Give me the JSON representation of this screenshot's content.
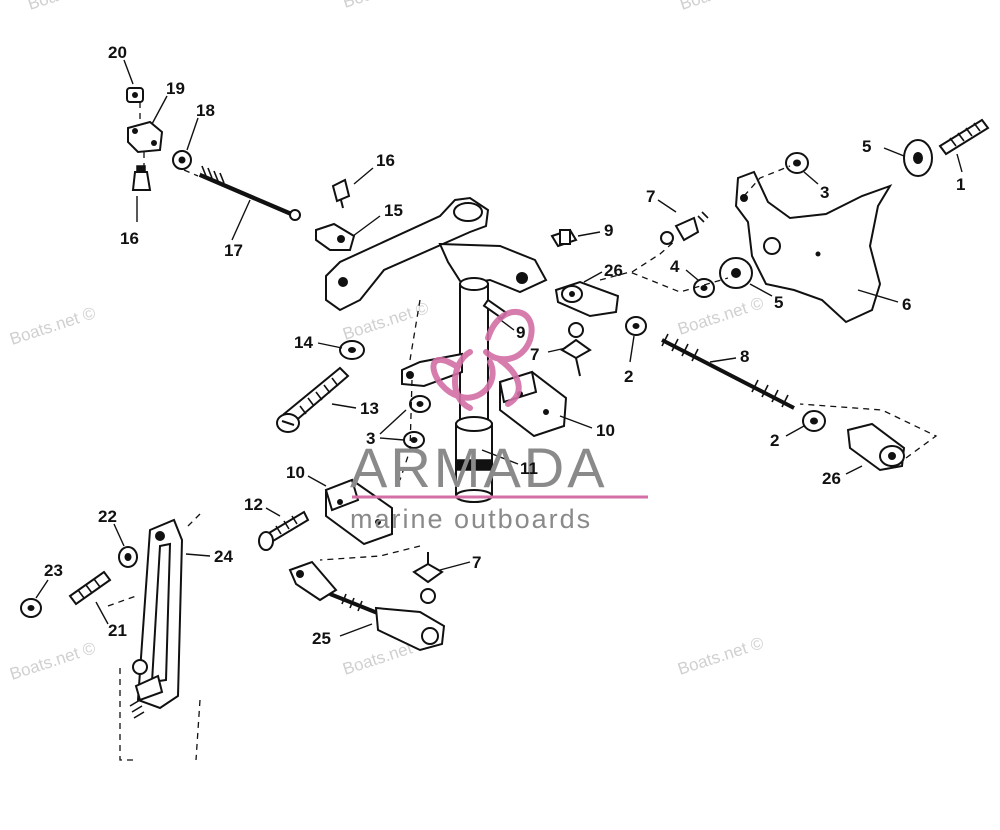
{
  "watermarks": [
    "Boats.net ©",
    "Boats.net ©",
    "Boats.net ©",
    "Boats.net ©",
    "Boats.net ©",
    "Boats.net ©",
    "Boats.net ©",
    "Boats.net ©",
    "Boats.net ©"
  ],
  "logo": {
    "name": "ARMADA",
    "tagline": "marine outboards",
    "colors": {
      "text": "#8a8a8a",
      "mark": "#d36fa6"
    }
  },
  "callouts": [
    "20",
    "19",
    "18",
    "16",
    "17",
    "16",
    "15",
    "5",
    "1",
    "3",
    "7",
    "9",
    "26",
    "4",
    "5",
    "6",
    "9",
    "14",
    "7",
    "2",
    "8",
    "13",
    "10",
    "3",
    "11",
    "2",
    "26",
    "10",
    "12",
    "22",
    "24",
    "23",
    "7",
    "21",
    "25"
  ]
}
